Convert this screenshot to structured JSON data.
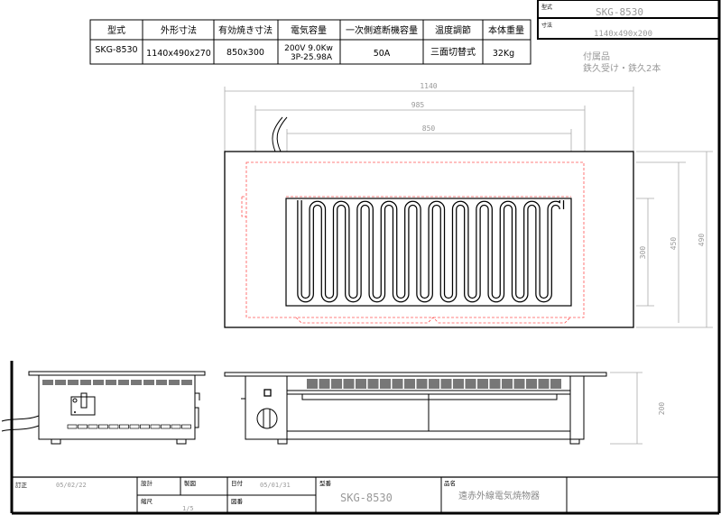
{
  "spec_table": {
    "headers": [
      "型式",
      "外形寸法",
      "有効焼き寸法",
      "電気容量",
      "一次側遮断機容量",
      "温度調節",
      "本体重量"
    ],
    "row": {
      "model": "SKG-8530",
      "outer_size": "1140x490x270",
      "cook_size": "850x300",
      "power_line1": "200V 9.0Kw",
      "power_line2": "3P-25.98A",
      "breaker": "50A",
      "temp_control": "三面切替式",
      "weight": "32Kg"
    }
  },
  "info_box": {
    "model_label": "型式",
    "model_value": "SKG-8530",
    "size_label": "寸法",
    "size_value": "1140x490x200"
  },
  "accessories": {
    "title": "付属品",
    "items": "鉄久受け・鉄久2本"
  },
  "dimensions": {
    "width_total": "1140",
    "width_mid": "985",
    "width_cook": "850",
    "depth_cook": "300",
    "depth_mid": "450",
    "depth_total": "490",
    "height": "200"
  },
  "title_block": {
    "revision_label": "訂正",
    "revision_date": "05/02/22",
    "design_label": "設計",
    "drawing_label": "製図",
    "date_label": "日付",
    "date_value": "05/01/31",
    "scale_label": "縮尺",
    "scale_value": "1/5",
    "drawing_no_label": "図番",
    "model_no_label": "型番",
    "model_no_value": "SKG-8530",
    "product_label": "品名",
    "product_value": "遠赤外線電気焼物器"
  }
}
